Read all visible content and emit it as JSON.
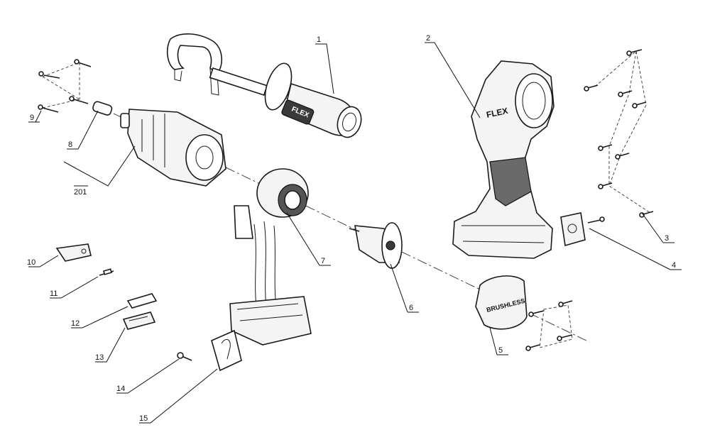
{
  "callouts": {
    "c1": "1",
    "c2": "2",
    "c3": "3",
    "c4": "4",
    "c5": "5",
    "c6": "6",
    "c7": "7",
    "c8": "8",
    "c9": "9",
    "c10": "10",
    "c11": "11",
    "c12": "12",
    "c13": "13",
    "c14": "14",
    "c15": "15",
    "c201": "201"
  },
  "part_text": {
    "handle_brand": "FLEX",
    "housing_brand": "FLEX",
    "cover_text": "BRUSHLESS"
  },
  "colors": {
    "line": "#1a1a1a",
    "background": "#ffffff"
  }
}
